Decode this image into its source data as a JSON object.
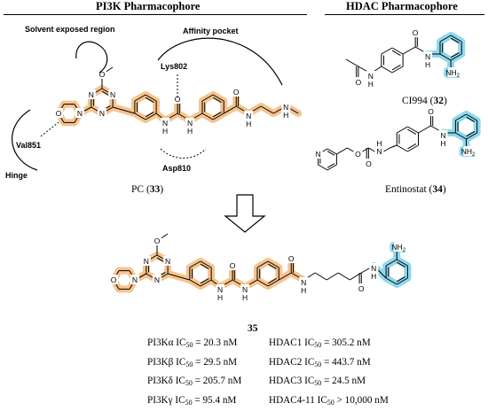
{
  "headers": {
    "pi3k": "PI3K Pharmacophore",
    "hdac": "HDAC Pharmacophore"
  },
  "pi3k_panel": {
    "solvent_region": "Solvent exposed region",
    "affinity_pocket": "Affinity pocket",
    "lys": "Lys802",
    "val": "Val851",
    "asp": "Asp810",
    "hinge": "Hinge",
    "compound_name": "PC",
    "compound_number": "33"
  },
  "hdac_panel": {
    "ci994_name": "CI994",
    "ci994_number": "32",
    "entinostat_name": "Entinostat",
    "entinostat_number": "34"
  },
  "hybrid": {
    "number": "35",
    "pi3k_activity": [
      {
        "iso": "PI3Kα",
        "value": "= 20.3 nM"
      },
      {
        "iso": "PI3Kβ",
        "value": "= 29.5 nM"
      },
      {
        "iso": "PI3Kδ",
        "value": "= 205.7 nM"
      },
      {
        "iso": "PI3Kγ",
        "value": "= 95.4 nM"
      }
    ],
    "hdac_activity": [
      {
        "iso": "HDAC1",
        "value": "= 305.2 nM"
      },
      {
        "iso": "HDAC2",
        "value": "= 443.7 nM"
      },
      {
        "iso": "HDAC3",
        "value": "= 24.5 nM"
      },
      {
        "iso": "HDAC4-11",
        "value": "> 10,000 nM"
      }
    ],
    "ic": "IC",
    "ic_sub": "50"
  },
  "atoms": {
    "N": "N",
    "H": "H",
    "O": "O",
    "NH2": "NH",
    "two": "2"
  },
  "colors": {
    "pi3k_highlight": "#F6C48E",
    "hdac_highlight": "#8ED8EE"
  }
}
